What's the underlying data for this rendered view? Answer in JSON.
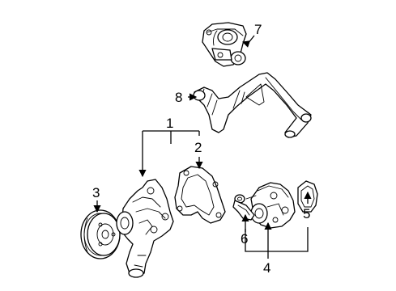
{
  "callouts": {
    "c1": "1",
    "c2": "2",
    "c3": "3",
    "c4": "4",
    "c5": "5",
    "c6": "6",
    "c7": "7",
    "c8": "8"
  },
  "parts": {
    "c1": "water-pump-assembly",
    "c2": "pump-gasket",
    "c3": "pulley",
    "c4": "water-pump",
    "c5": "o-ring-seal",
    "c6": "retaining-clip",
    "c7": "thermostat-housing",
    "c8": "coolant-pipe-hose"
  }
}
